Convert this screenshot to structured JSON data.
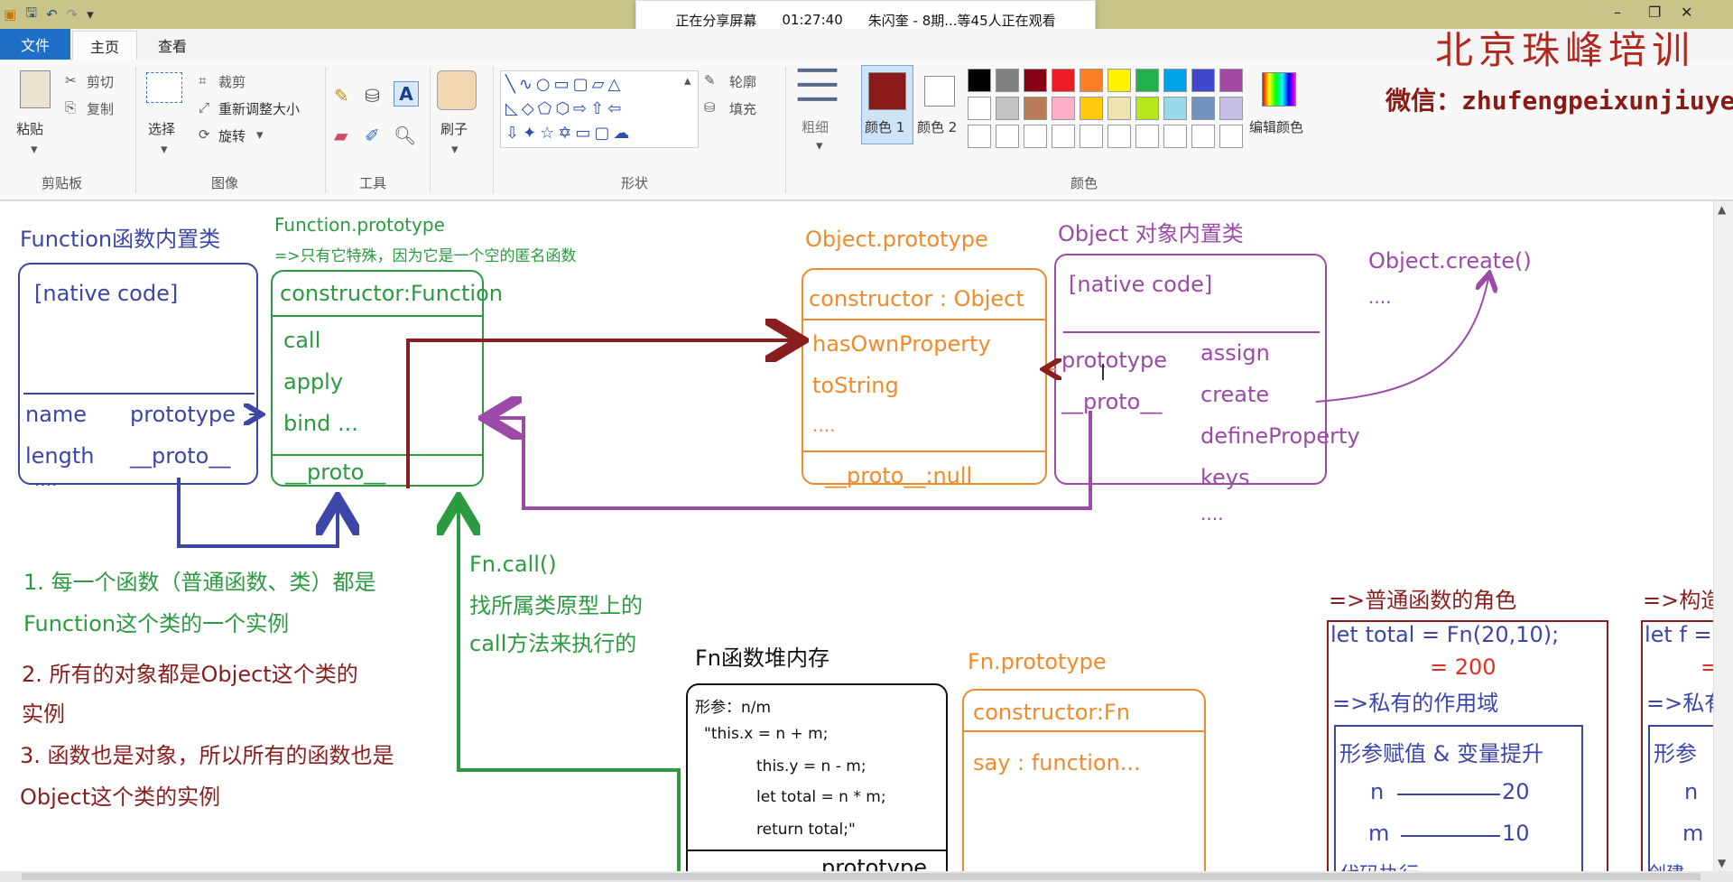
{
  "titlebar": {
    "share_status": "正在分享屏幕",
    "share_time": "01:27:40",
    "share_viewers": "朱闪奎 - 8期...等45人正在观看"
  },
  "ribbon": {
    "tabs": [
      {
        "label": "文件"
      },
      {
        "label": "主页"
      },
      {
        "label": "查看"
      }
    ],
    "clipboard": {
      "paste": "粘贴",
      "cut": "剪切",
      "copy": "复制",
      "title": "剪贴板"
    },
    "image": {
      "select": "选择",
      "crop": "裁剪",
      "resize": "重新调整大小",
      "rotate": "旋转",
      "title": "图像"
    },
    "tools": {
      "title": "工具"
    },
    "brush": {
      "label": "刷子"
    },
    "shapes": {
      "outline": "轮廓",
      "fill": "填充",
      "title": "形状"
    },
    "size": {
      "label": "粗细"
    },
    "colors": {
      "color1": "颜色 1",
      "color2": "颜色 2",
      "edit": "编辑颜色",
      "title": "颜色"
    },
    "palette_row1": [
      "#000000",
      "#7f7f7f",
      "#880015",
      "#ed1c24",
      "#ff7f27",
      "#fff200",
      "#22b14c",
      "#00a2e8",
      "#3f48cc",
      "#a349a4"
    ],
    "palette_row2": [
      "#ffffff",
      "#c3c3c3",
      "#b97a57",
      "#ffaec9",
      "#ffc90e",
      "#efe4b0",
      "#b5e61d",
      "#99d9ea",
      "#7092be",
      "#c8bfe7"
    ],
    "color1_value": "#8b1a1a",
    "color2_value": "#ffffff"
  },
  "watermark": {
    "line1": "北京珠峰培训",
    "line2": "微信：zhufengpeixunjiuye"
  },
  "canvas": {
    "function_title": "Function函数内置类",
    "function_native": "[native code]",
    "function_name": "name",
    "function_prototype": "prototype",
    "function_length": "length",
    "function_proto": "__proto__",
    "function_dots": "....",
    "fnproto_title": "Function.prototype",
    "fnproto_note": "=>只有它特殊，因为它是一个空的匿名函数",
    "fnproto_constructor": "constructor:Function",
    "fnproto_call": "call",
    "fnproto_apply": "apply",
    "fnproto_bind": "bind  ...",
    "fnproto_proto": "__proto__",
    "objproto_title": "Object.prototype",
    "objproto_constructor": "constructor : Object",
    "objproto_has": "hasOwnProperty",
    "objproto_tostring": "toString",
    "objproto_dots": "....",
    "objproto_proto": "__proto__:null",
    "object_title": "Object 对象内置类",
    "object_native": "[native code]",
    "object_prototype": "prototype",
    "object_proto": "__proto__",
    "object_assign": "assign",
    "object_create": "create",
    "object_define": "defineProperty",
    "object_keys": "keys",
    "object_dots": "....",
    "object_create_fn": "Object.create()",
    "object_create_dots": "....",
    "note1a": "1. 每一个函数（普通函数、类）都是",
    "note1b": "Function这个类的一个实例",
    "note2a": "2. 所有的对象都是Object这个类的",
    "note2b": "实例",
    "note3a": "3. 函数也是对象，所以所有的函数也是",
    "note3b": "Object这个类的实例",
    "fncall_1": "Fn.call()",
    "fncall_2": "找所属类原型上的",
    "fncall_3": "call方法来执行的",
    "heap_title": "Fn函数堆内存",
    "heap_params": "形参：n/m",
    "heap_code1": "\"this.x = n + m;",
    "heap_code2": "this.y = n - m;",
    "heap_code3": "let total = n * m;",
    "heap_code4": "return total;\"",
    "heap_prototype": "prototype",
    "fnp_title": "Fn.prototype",
    "fnp_constructor": "constructor:Fn",
    "fnp_say": "say : function...",
    "role_title": "=>普通函数的角色",
    "role_code1": "let total  =  Fn(20,10);",
    "role_result": "= 200",
    "role_scope": "=>私有的作用域",
    "role_box_title": "形参赋值 & 变量提升",
    "role_n": "n",
    "role_n_val": "20",
    "role_m": "m",
    "role_m_val": "10",
    "role_exec": "代码执行",
    "ctor_title": "=>构造",
    "ctor_code1": "let f =",
    "ctor_code2": "=",
    "ctor_scope": "=>私有",
    "ctor_box_title": "形参",
    "ctor_n": "n",
    "ctor_m": "m",
    "ctor_create": "创建"
  }
}
